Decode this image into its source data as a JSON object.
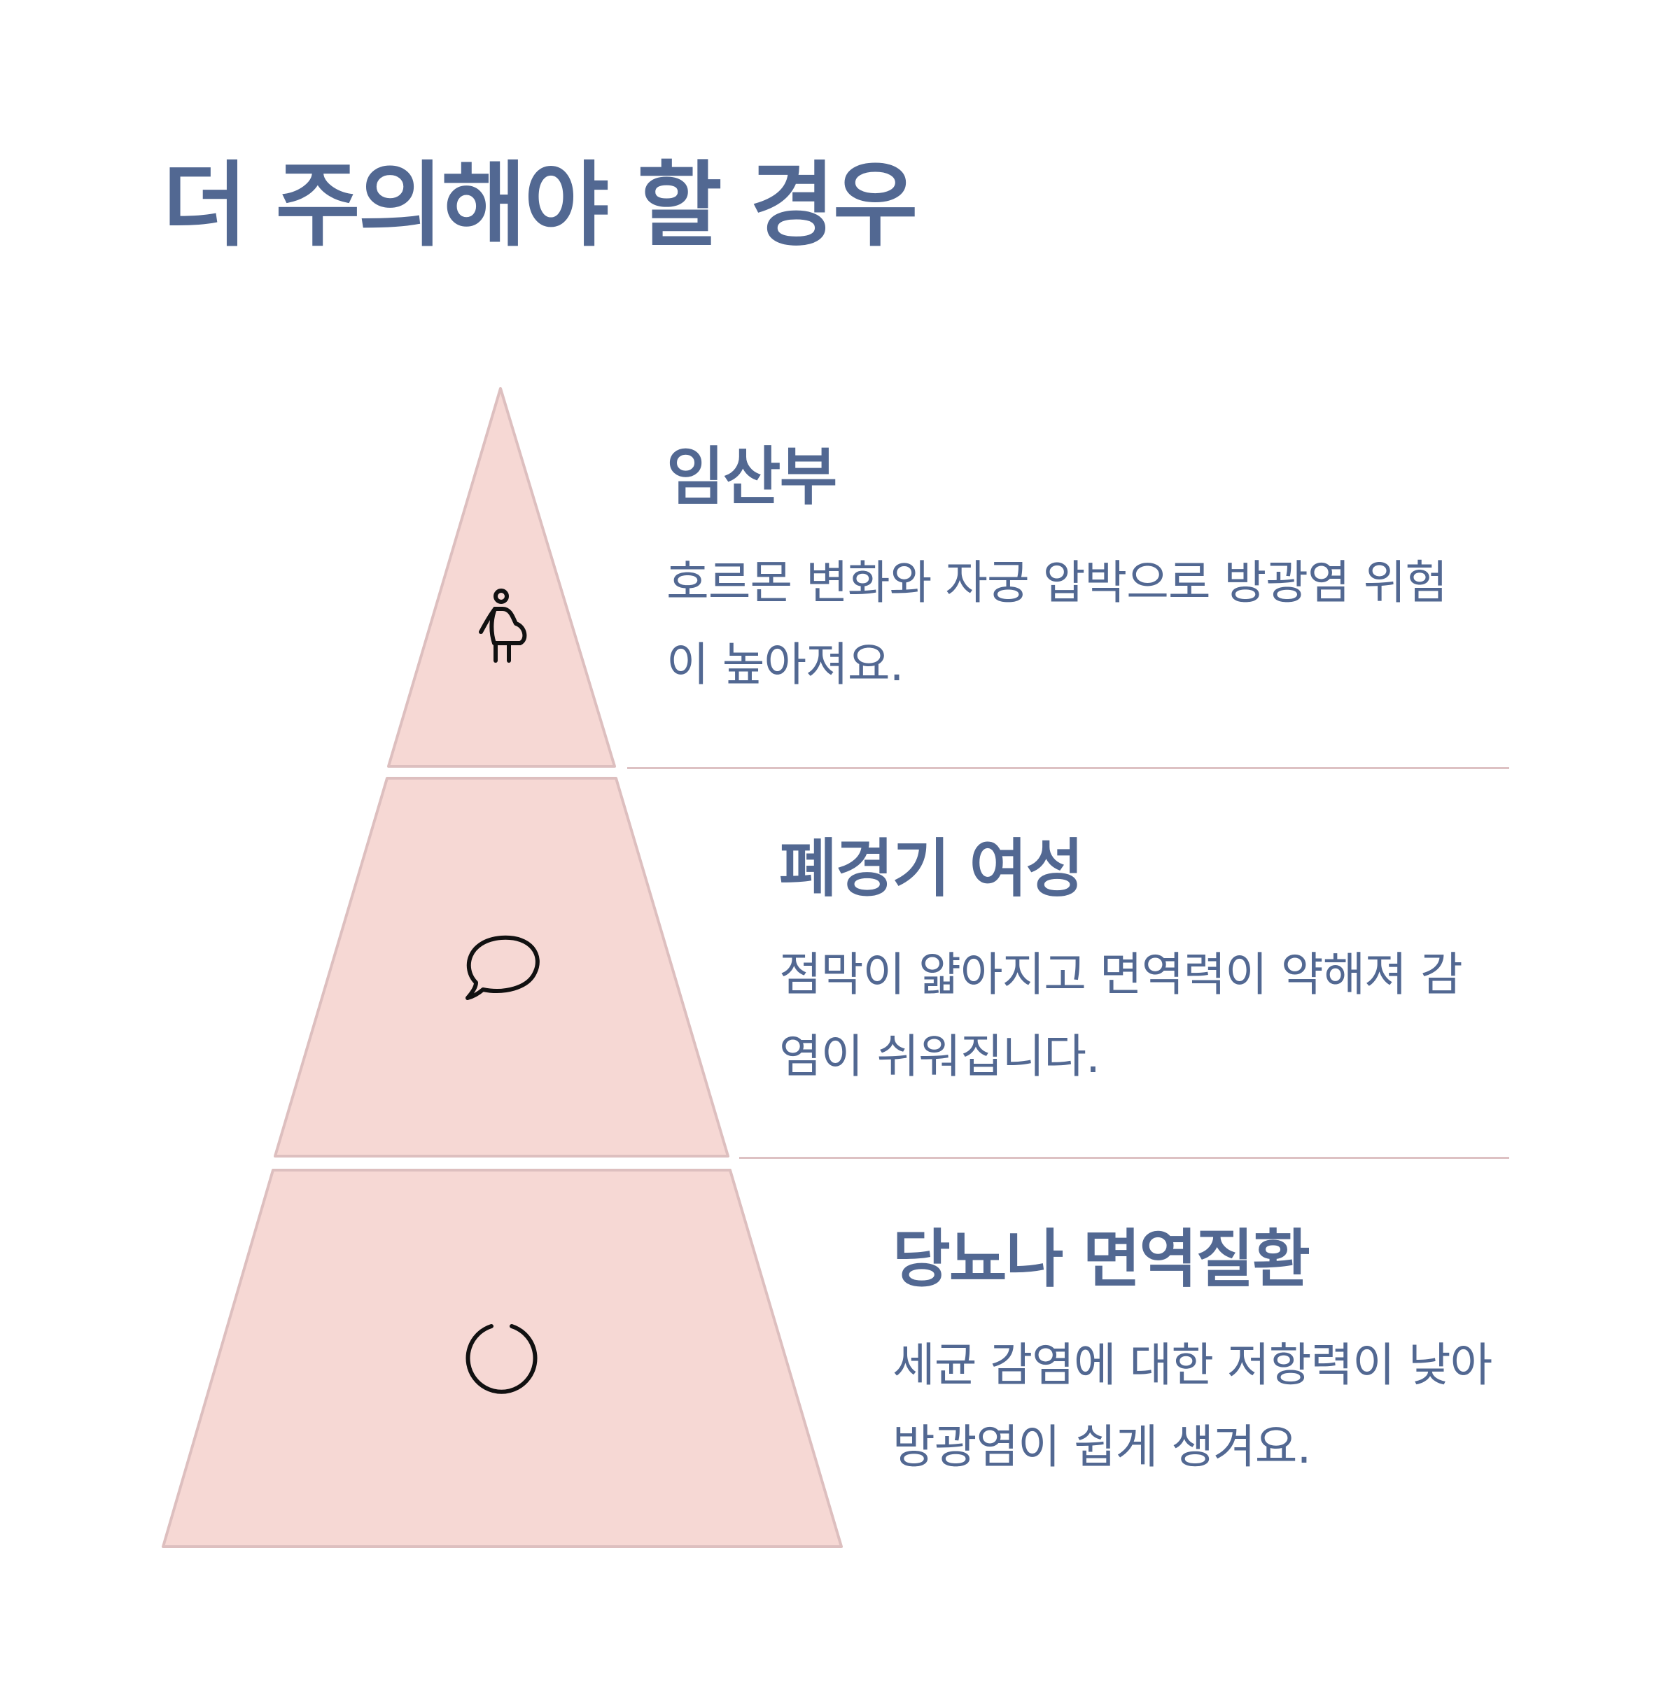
{
  "title": "더 주의해야 할 경우",
  "colors": {
    "title": "#526892",
    "tier_fill": "#f6d8d4",
    "tier_stroke": "#ddbfbf",
    "divider": "#ddc1c3",
    "icon": "#111111"
  },
  "tiers": [
    {
      "heading": "임산부",
      "description": "호르몬 변화와 자궁 압박으로 방광염 위험이 높아져요.",
      "icon": "pregnant-person-icon"
    },
    {
      "heading": "폐경기 여성",
      "description": "점막이 얇아지고 면역력이 약해져 감염이 쉬워집니다.",
      "icon": "speech-bubble-icon"
    },
    {
      "heading": "당뇨나 면역질환",
      "description": "세균 감염에 대한 저항력이 낮아 방광염이 쉽게 생겨요.",
      "icon": "open-circle-icon"
    }
  ]
}
